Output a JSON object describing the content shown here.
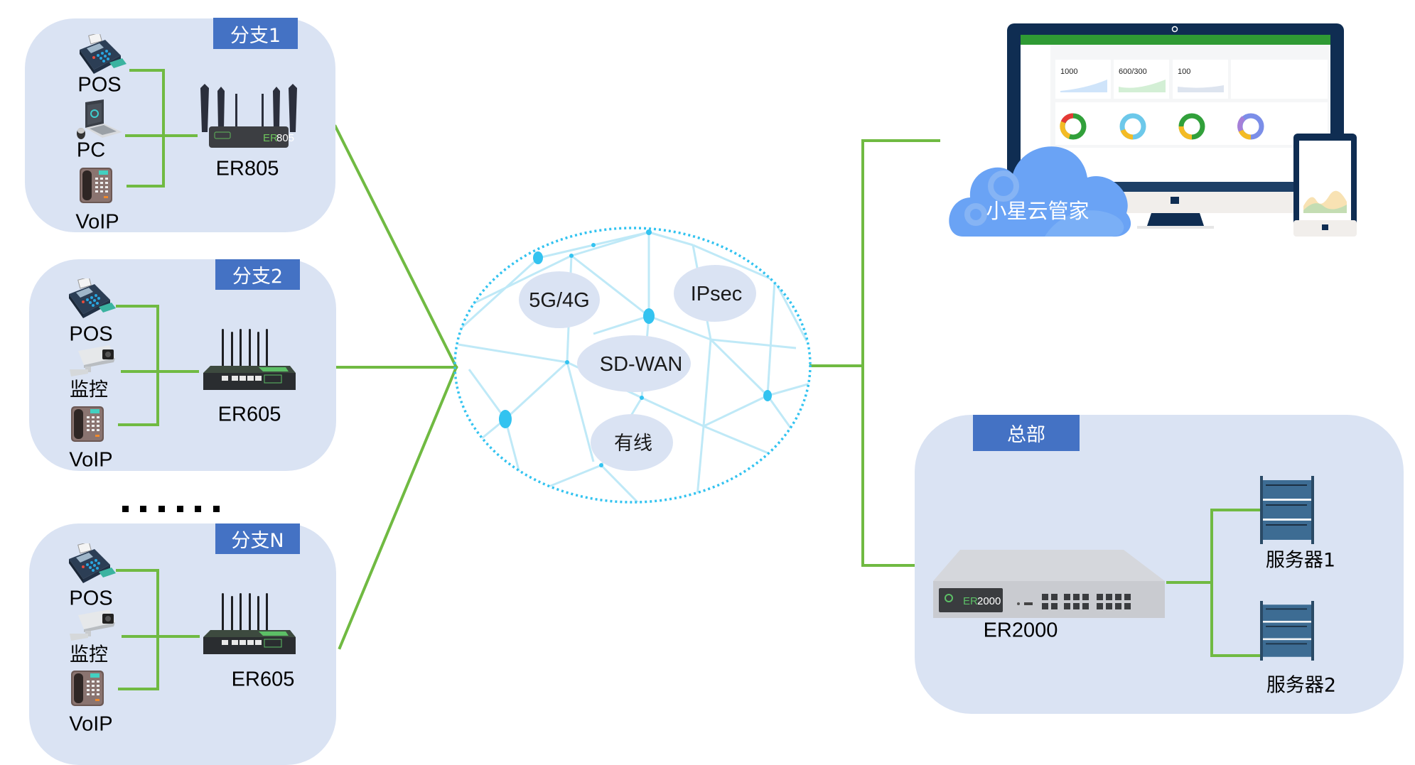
{
  "branches": [
    {
      "tag": "分支1",
      "router": {
        "model": "ER805",
        "badge_prefix": "ER",
        "badge_suffix": "805",
        "label": "ER805"
      },
      "devices": [
        {
          "icon": "pos-terminal-icon",
          "label": "POS"
        },
        {
          "icon": "laptop-icon",
          "label": "PC"
        },
        {
          "icon": "voip-phone-icon",
          "label": "VoIP"
        }
      ]
    },
    {
      "tag": "分支2",
      "router": {
        "model": "ER605",
        "label": "ER605"
      },
      "devices": [
        {
          "icon": "pos-terminal-icon",
          "label": "POS"
        },
        {
          "icon": "security-camera-icon",
          "label": "监控"
        },
        {
          "icon": "voip-phone-icon",
          "label": "VoIP"
        }
      ]
    },
    {
      "tag": "分支N",
      "router": {
        "model": "ER605",
        "label": "ER605"
      },
      "devices": [
        {
          "icon": "pos-terminal-icon",
          "label": "POS"
        },
        {
          "icon": "security-camera-icon",
          "label": "监控"
        },
        {
          "icon": "voip-phone-icon",
          "label": "VoIP"
        }
      ]
    }
  ],
  "ellipsis": "......",
  "network": {
    "bubbles": [
      "5G/4G",
      "IPsec",
      "SD-WAN",
      "有线"
    ]
  },
  "cloud": {
    "label": "小星云管家",
    "dashboard": {
      "stats": [
        "1000",
        "600/300",
        "100"
      ]
    }
  },
  "hq": {
    "tag": "总部",
    "router": {
      "model": "ER2000",
      "badge_prefix": "ER",
      "badge_suffix": "2000",
      "label": "ER2000"
    },
    "servers": [
      {
        "icon": "server-rack-icon",
        "label": "服务器1"
      },
      {
        "icon": "server-rack-icon",
        "label": "服务器2"
      }
    ]
  },
  "colors": {
    "panel": "#dae3f3",
    "tag": "#4472c4",
    "link": "#70ba42",
    "network": "#33c3f0",
    "cloud": "#6aa3f5",
    "monitor": "#0f2d52",
    "dashboard_header": "#2f9a34"
  }
}
